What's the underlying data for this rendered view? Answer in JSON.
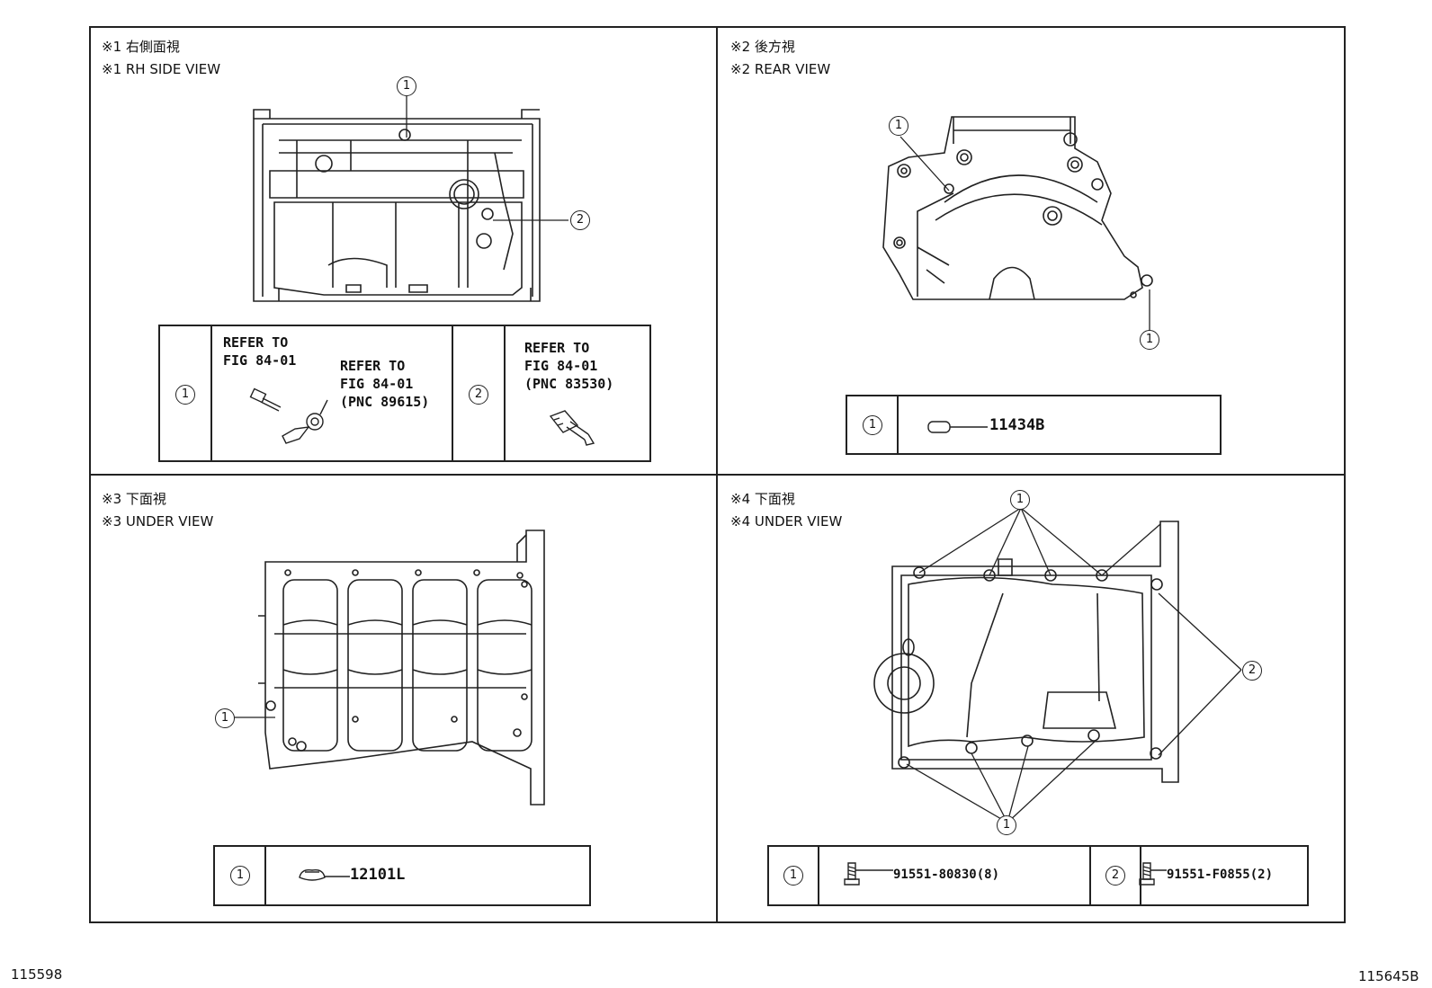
{
  "panels": [
    {
      "caption_jp": "※1 右側面視",
      "caption_en": "※1 RH SIDE VIEW",
      "table": {
        "row1_num": "1",
        "row1_text": "REFER TO\nFIG 84-01",
        "row1_text2": "REFER TO\nFIG 84-01\n(PNC 89615)",
        "row2_num": "2",
        "row2_text": "REFER TO\nFIG 84-01\n(PNC 83530)"
      },
      "callouts": [
        "1",
        "2"
      ]
    },
    {
      "caption_jp": "※2 後方視",
      "caption_en": "※2 REAR VIEW",
      "table": {
        "row1_num": "1",
        "part": "11434B"
      },
      "callouts": [
        "1",
        "1"
      ]
    },
    {
      "caption_jp": "※3 下面視",
      "caption_en": "※3 UNDER VIEW",
      "table": {
        "row1_num": "1",
        "part": "12101L"
      },
      "callouts": [
        "1"
      ]
    },
    {
      "caption_jp": "※4 下面視",
      "caption_en": "※4 UNDER VIEW",
      "table": {
        "row1_num": "1",
        "part1": "91551-80830(8)",
        "row2_num": "2",
        "part2": "91551-F0855(2)"
      },
      "callouts": [
        "1",
        "2",
        "1"
      ]
    }
  ],
  "footer": {
    "left_code": "115598",
    "right_code": "115645B"
  }
}
